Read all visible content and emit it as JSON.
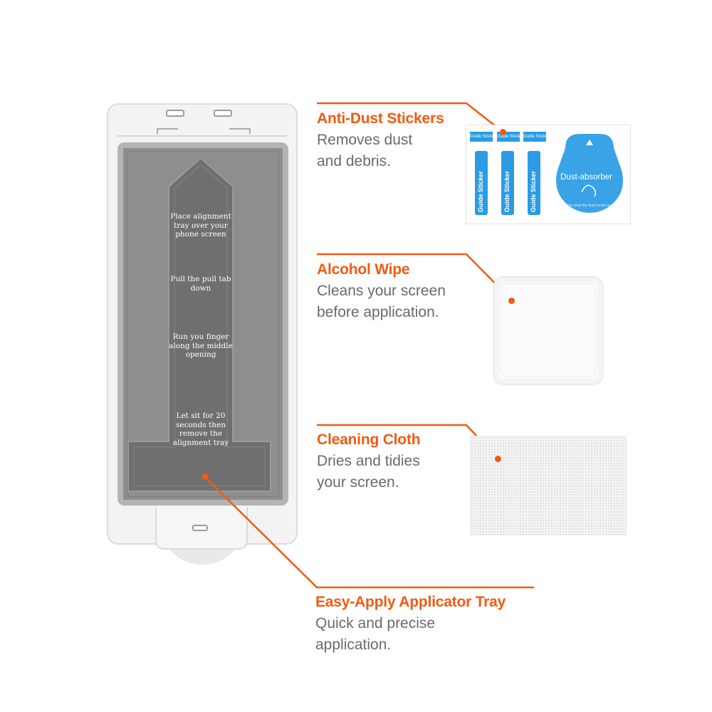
{
  "tray": {
    "instructions": [
      "Place alignment tray over your phone screen",
      "Pull the pull tab down",
      "Run you finger along the middle opening",
      "Let sit for 20 seconds then remove the alignment tray"
    ]
  },
  "callouts": {
    "anti_dust": {
      "title": "Anti-Dust Stickers",
      "desc_line1": "Removes dust",
      "desc_line2": "and debris."
    },
    "alcohol_wipe": {
      "title": "Alcohol Wipe",
      "desc_line1": "Cleans your screen",
      "desc_line2": "before application."
    },
    "cleaning_cloth": {
      "title": "Cleaning Cloth",
      "desc_line1": "Dries and tidies",
      "desc_line2": "your screen."
    },
    "applicator_tray": {
      "title": "Easy-Apply Applicator Tray",
      "desc_line1": "Quick and precise",
      "desc_line2": "application."
    }
  },
  "sticker_sheet": {
    "mini_labels": [
      "Guide Sticker",
      "Guide Sticker",
      "Guide Sticker"
    ],
    "strip_labels": [
      "Guide Sticker",
      "Guide Sticker",
      "Guide Sticker"
    ],
    "absorber_label": "Dust-absorber",
    "absorber_caption": "Used to clear the dust on the screen."
  },
  "colors": {
    "accent": "#f25a0f",
    "description_text": "#6a6a6a",
    "sticker_blue": "#2b9be4"
  }
}
